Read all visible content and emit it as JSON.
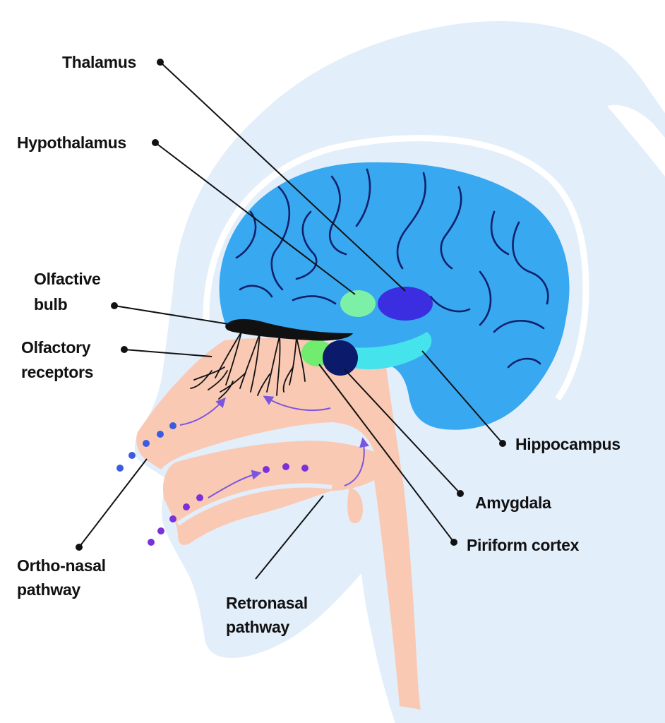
{
  "labels": {
    "thalamus": "Thalamus",
    "hypothalamus": "Hypothalamus",
    "olfactive_bulb_1": "Olfactive",
    "olfactive_bulb_2": "bulb",
    "olfactory_receptors_1": "Olfactory",
    "olfactory_receptors_2": "receptors",
    "hippocampus": "Hippocampus",
    "amygdala": "Amygdala",
    "piriform_cortex": "Piriform cortex",
    "ortho_nasal_1": "Ortho-nasal",
    "ortho_nasal_2": "pathway",
    "retronasal_1": "Retronasal",
    "retronasal_2": "pathway"
  },
  "colors": {
    "head_silhouette": "#e3eefb",
    "brain": "#38a8f0",
    "brain_sulci": "#10206a",
    "hypothalamus": "#7df0a8",
    "thalamus": "#3b2de0",
    "amygdala": "#0c1a6b",
    "piriform_cortex": "#72ec6e",
    "hippocampus": "#45e3ec",
    "nasal_tissue": "#f9c9b4",
    "ortho_nasal_dots": "#3b5be0",
    "retronasal_dots": "#7a32d8",
    "airflow_arrows": "#7a55e0",
    "olfactive_bulb": "#111111"
  }
}
